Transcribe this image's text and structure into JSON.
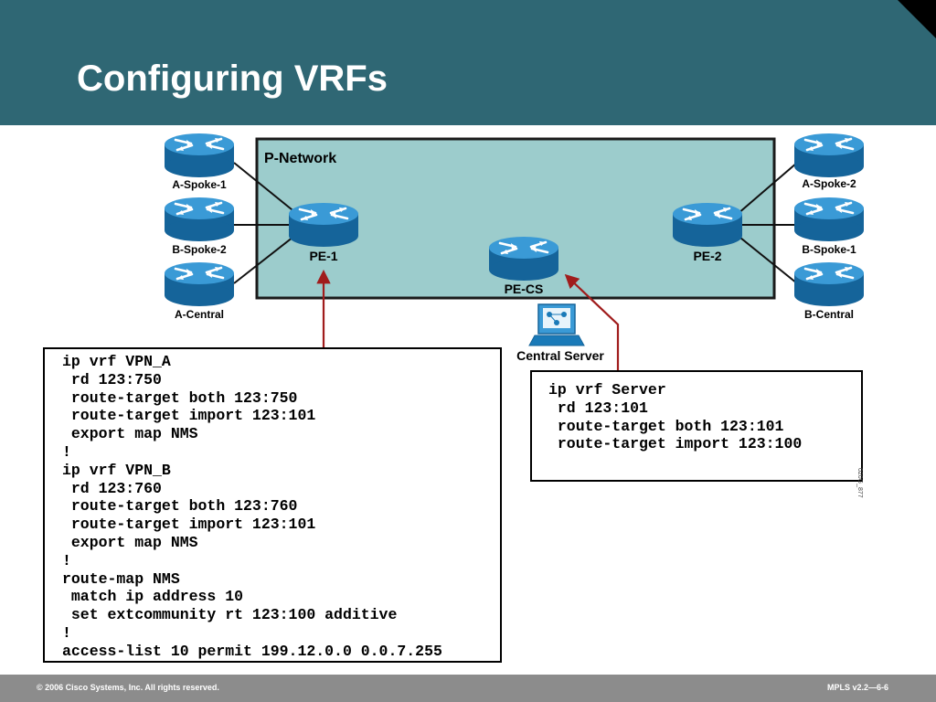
{
  "slide": {
    "title": "Configuring VRFs",
    "footer_left": "© 2006 Cisco Systems, Inc. All rights reserved.",
    "footer_right": "MPLS v2.2—6-6",
    "figure_id": "020G_877"
  },
  "diagram": {
    "network_label": "P-Network",
    "routers": {
      "a_spoke_1": "A-Spoke-1",
      "b_spoke_2": "B-Spoke-2",
      "a_central": "A-Central",
      "pe_1": "PE-1",
      "pe_cs": "PE-CS",
      "pe_2": "PE-2",
      "a_spoke_2": "A-Spoke-2",
      "b_spoke_1": "B-Spoke-1",
      "b_central": "B-Central"
    },
    "server_label": "Central Server"
  },
  "config_left": {
    "lines": [
      "ip vrf VPN_A",
      " rd 123:750",
      " route-target both 123:750",
      " route-target import 123:101",
      " export map NMS",
      "!",
      "ip vrf VPN_B",
      " rd 123:760",
      " route-target both 123:760",
      " route-target import 123:101",
      " export map NMS",
      "!",
      "route-map NMS",
      " match ip address 10",
      " set extcommunity rt 123:100 additive",
      "!",
      "access-list 10 permit 199.12.0.0 0.0.7.255"
    ]
  },
  "config_right": {
    "lines": [
      "ip vrf Server",
      " rd 123:101",
      " route-target both 123:101",
      " route-target import 123:100"
    ]
  },
  "colors": {
    "title_bar": "#2f6774",
    "network_fill": "#9ccccc",
    "router_blue": "#1a7ab8",
    "arrow": "#a01c1c",
    "footer": "#8c8c8c"
  }
}
